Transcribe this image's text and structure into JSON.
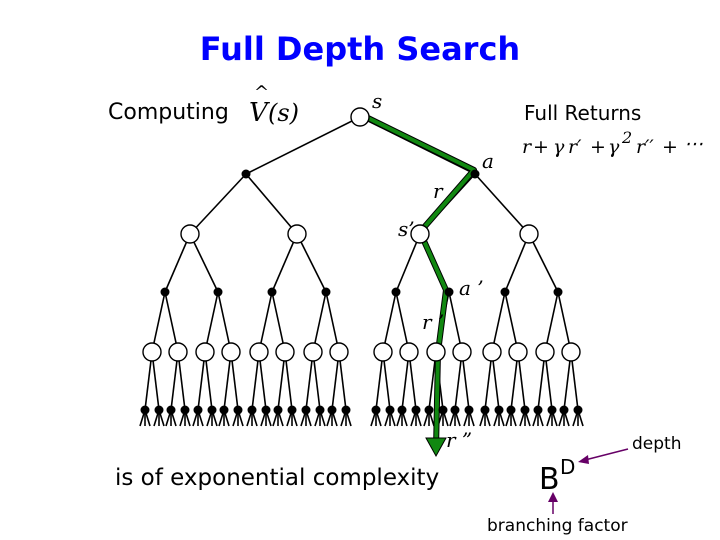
{
  "slide": {
    "title": "Full Depth Search",
    "computing_label": "Computing",
    "v_hat": "V",
    "v_hat_caret": "^",
    "v_arg": "(s)",
    "full_returns_label": "Full Returns",
    "return_expr": {
      "r": "r",
      "plus": "+",
      "gamma": "γ",
      "r1": "r′",
      "two": "2",
      "r2": "r′′",
      "dots": "⋯"
    },
    "tree_labels": {
      "s": "s",
      "a": "a",
      "r": "r",
      "s1": "s’",
      "a1": "a ’",
      "r1": "r ’",
      "r2": "r ”"
    },
    "complexity_text": "is of exponential complexity",
    "bd_base": "B",
    "bd_exp": "D",
    "depth_label": "depth",
    "branching_label": "branching factor"
  },
  "colors": {
    "title": "#0000ff",
    "text": "#000000",
    "path": "#118811",
    "tree": "#000000",
    "arrow": "#660066"
  }
}
